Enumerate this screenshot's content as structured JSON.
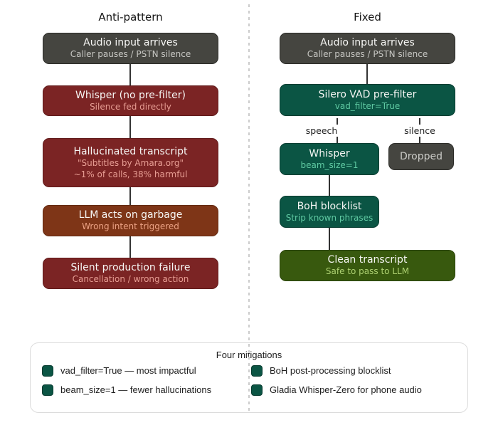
{
  "left": {
    "title": "Anti-pattern",
    "boxes": [
      {
        "title": "Audio input arrives",
        "subtitle": "Caller pauses / PSTN silence"
      },
      {
        "title": "Whisper (no pre-filter)",
        "subtitle": "Silence fed directly"
      },
      {
        "title": "Hallucinated transcript",
        "subtitle": "\"Subtitles by Amara.org\"",
        "subtitle2": "~1% of calls, 38% harmful"
      },
      {
        "title": "LLM acts on garbage",
        "subtitle": "Wrong intent triggered"
      },
      {
        "title": "Silent production failure",
        "subtitle": "Cancellation / wrong action"
      }
    ]
  },
  "right": {
    "title": "Fixed",
    "boxes": [
      {
        "title": "Audio input arrives",
        "subtitle": "Caller pauses / PSTN silence"
      },
      {
        "title": "Silero VAD pre-filter",
        "subtitle": "vad_filter=True"
      },
      {
        "title": "Whisper",
        "subtitle": "beam_size=1"
      },
      {
        "title": "Dropped"
      },
      {
        "title": "BoH blocklist",
        "subtitle": "Strip known phrases"
      },
      {
        "title": "Clean transcript",
        "subtitle": "Safe to pass to LLM"
      }
    ],
    "branch_labels": {
      "speech": "speech",
      "silence": "silence"
    }
  },
  "legend": {
    "title": "Four mitigations",
    "items": [
      "vad_filter=True — most impactful",
      "beam_size=1 — fewer hallucinations",
      "BoH post-processing blocklist",
      "Gladia Whisper-Zero for phone audio"
    ]
  },
  "colors": {
    "gray": "#454540",
    "red": "#7b2424",
    "brown": "#7e3517",
    "teal": "#0b5544",
    "olive": "#38590e",
    "connector": "#333333",
    "divider": "#cccccc"
  }
}
